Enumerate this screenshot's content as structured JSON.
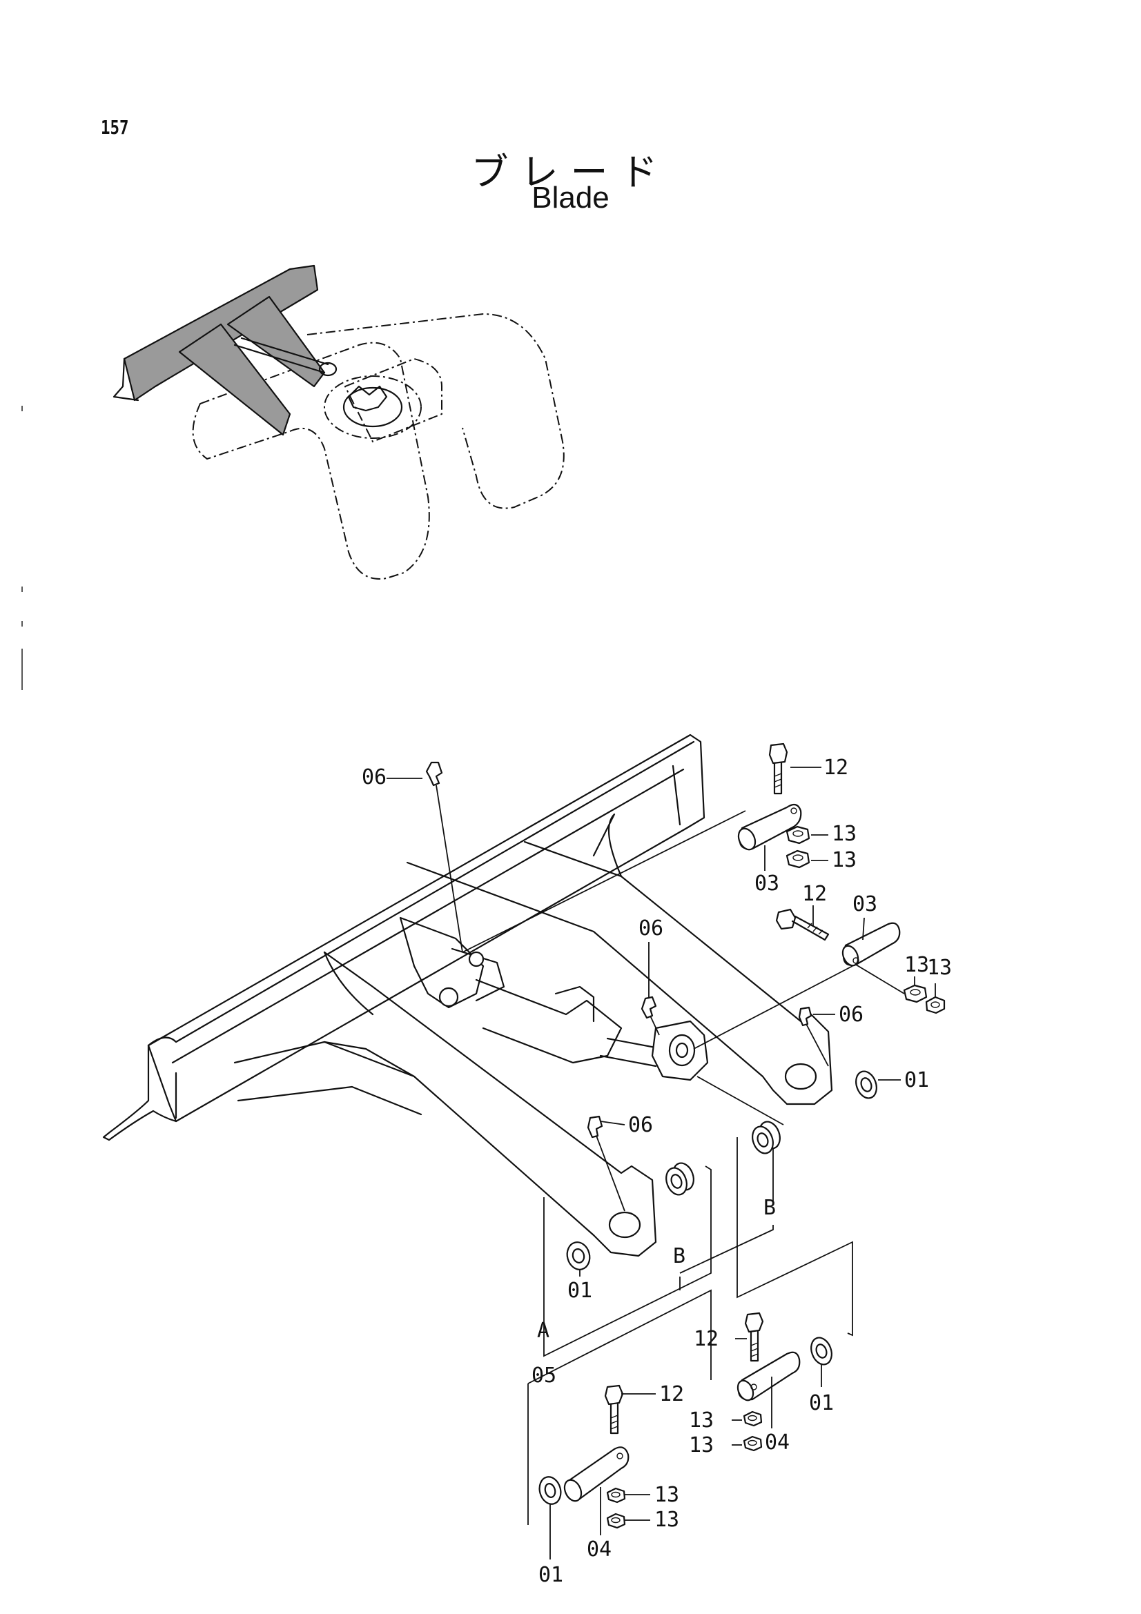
{
  "page_number": "157",
  "title_jp": "ブレード",
  "title_en": "Blade",
  "parts": [
    {
      "id": "p12a",
      "text": "12"
    },
    {
      "id": "p13a",
      "text": "13"
    },
    {
      "id": "p13b",
      "text": "13"
    },
    {
      "id": "p03a",
      "text": "03"
    },
    {
      "id": "p06a",
      "text": "06"
    },
    {
      "id": "p12b",
      "text": "12"
    },
    {
      "id": "p03b",
      "text": "03"
    },
    {
      "id": "p06b",
      "text": "06"
    },
    {
      "id": "p13c",
      "text": "13"
    },
    {
      "id": "p13d",
      "text": "13"
    },
    {
      "id": "p06c",
      "text": "06"
    },
    {
      "id": "p01a",
      "text": "01"
    },
    {
      "id": "p06d",
      "text": "06"
    },
    {
      "id": "pBa",
      "text": "B"
    },
    {
      "id": "p01b",
      "text": "01"
    },
    {
      "id": "pBb",
      "text": "B"
    },
    {
      "id": "pA",
      "text": "A"
    },
    {
      "id": "p05",
      "text": "05"
    },
    {
      "id": "p12c",
      "text": "12"
    },
    {
      "id": "p01c",
      "text": "01"
    },
    {
      "id": "p13e",
      "text": "13"
    },
    {
      "id": "p13f",
      "text": "13"
    },
    {
      "id": "p04a",
      "text": "04"
    },
    {
      "id": "p12d",
      "text": "12"
    },
    {
      "id": "p13g",
      "text": "13"
    },
    {
      "id": "p13h",
      "text": "13"
    },
    {
      "id": "p01d",
      "text": "01"
    },
    {
      "id": "p04b",
      "text": "04"
    }
  ]
}
